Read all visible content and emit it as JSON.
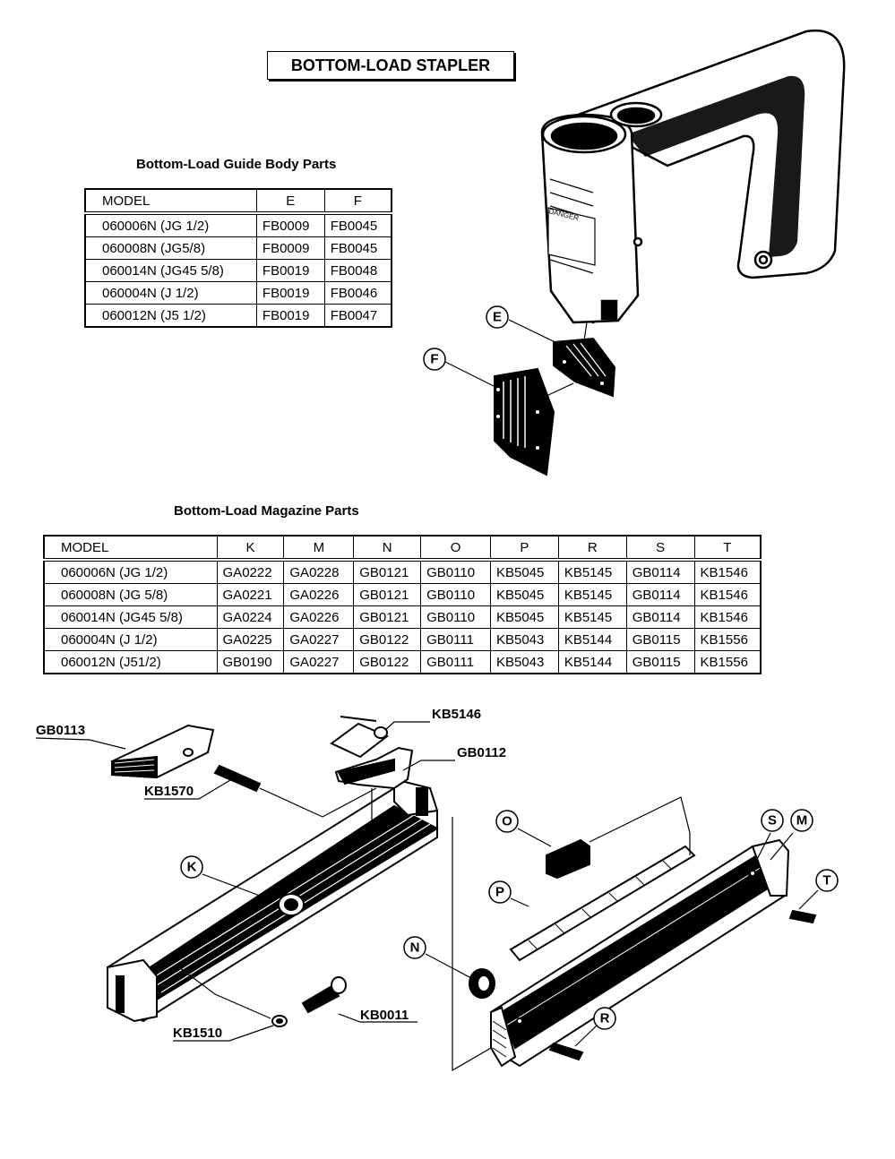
{
  "title": "BOTTOM-LOAD STAPLER",
  "guide_section": {
    "title": "Bottom-Load Guide Body Parts",
    "headers": [
      "MODEL",
      "E",
      "F"
    ],
    "rows": [
      [
        "060006N (JG 1/2)",
        "FB0009",
        "FB0045"
      ],
      [
        "060008N (JG5/8)",
        "FB0009",
        "FB0045"
      ],
      [
        "060014N (JG45 5/8)",
        "FB0019",
        "FB0048"
      ],
      [
        "060004N (J 1/2)",
        "FB0019",
        "FB0046"
      ],
      [
        "060012N (J5 1/2)",
        "FB0019",
        "FB0047"
      ]
    ]
  },
  "magazine_section": {
    "title": "Bottom-Load Magazine Parts",
    "headers": [
      "MODEL",
      "K",
      "M",
      "N",
      "O",
      "P",
      "R",
      "S",
      "T"
    ],
    "rows": [
      [
        "060006N (JG 1/2)",
        "GA0222",
        "GA0228",
        "GB0121",
        "GB0110",
        "KB5045",
        "KB5145",
        "GB0114",
        "KB1546"
      ],
      [
        "060008N (JG 5/8)",
        "GA0221",
        "GA0226",
        "GB0121",
        "GB0110",
        "KB5045",
        "KB5145",
        "GB0114",
        "KB1546"
      ],
      [
        "060014N (JG45 5/8)",
        "GA0224",
        "GA0226",
        "GB0121",
        "GB0110",
        "KB5045",
        "KB5145",
        "GB0114",
        "KB1546"
      ],
      [
        "060004N (J 1/2)",
        "GA0225",
        "GA0227",
        "GB0122",
        "GB0111",
        "KB5043",
        "KB5144",
        "GB0115",
        "KB1556"
      ],
      [
        "060012N (J51/2)",
        "GB0190",
        "GA0227",
        "GB0122",
        "GB0111",
        "KB5043",
        "KB5144",
        "GB0115",
        "KB1556"
      ]
    ]
  },
  "diagram": {
    "warning_label": "DANGER",
    "callouts": {
      "E": "E",
      "F": "F",
      "K": "K",
      "O": "O",
      "P": "P",
      "N": "N",
      "S": "S",
      "M": "M",
      "T": "T",
      "R": "R"
    },
    "part_numbers": {
      "gb0113": "GB0113",
      "kb1570": "KB1570",
      "kb5146": "KB5146",
      "gb0112": "GB0112",
      "kb1510": "KB1510",
      "kb0011": "KB0011"
    }
  }
}
